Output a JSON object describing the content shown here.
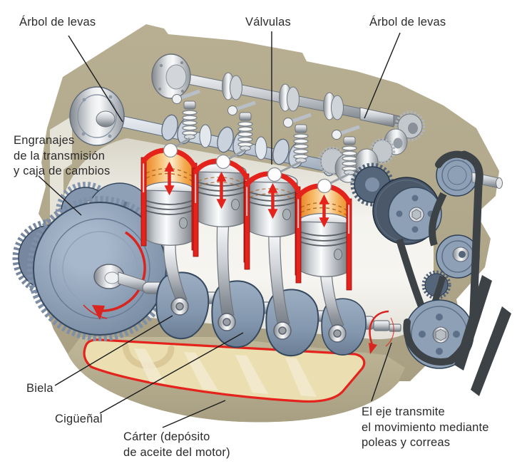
{
  "labels": {
    "camshaft_left": "Árbol de levas",
    "valves": "Válvulas",
    "camshaft_right": "Árbol de levas",
    "transmission_line1": "Engranajes",
    "transmission_line2": "de la transmisión",
    "transmission_line3": "y caja de cambios",
    "connecting_rod": "Biela",
    "crankshaft": "Cigüeñal",
    "oil_pan_line1": "Cárter (depósito",
    "oil_pan_line2": "de aceite del motor)",
    "belt_line1": "El eje transmite",
    "belt_line2": "el movimiento mediante",
    "belt_line3": "poleas y correas"
  },
  "colors": {
    "engine_block": "#b2a98c",
    "cylinder_red": "#e4231d",
    "combustion_orange": "#ee8a2c",
    "metal_blue": "#8da0b6",
    "belt_dark": "#3c4245",
    "oil_pan_inner": "#ebdfb2",
    "label_text": "#2b2b2b"
  }
}
